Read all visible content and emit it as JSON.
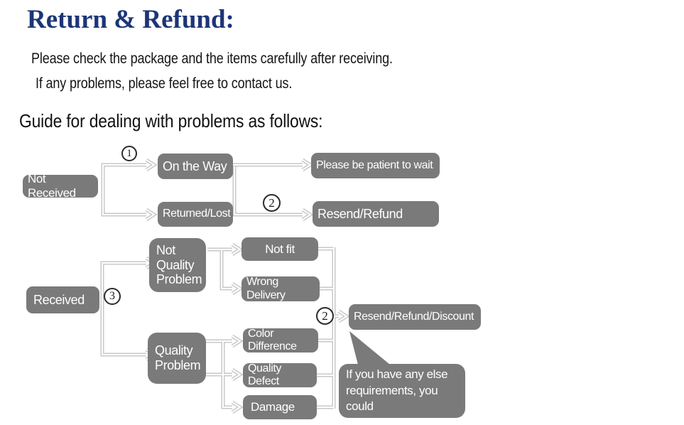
{
  "header": {
    "title": "Return & Refund:",
    "intro_line1": "Please check the package and the items carefully after receiving.",
    "intro_line2": "If any problems, please feel free to contact us.",
    "guide_heading": "Guide for dealing with problems as follows:"
  },
  "colors": {
    "title_navy": "#1d3577",
    "node_gray": "#7a7a7a",
    "connector_gray": "#c8c8c8",
    "node_text_white": "#ffffff"
  },
  "flowchart": {
    "nodes": {
      "not_received": {
        "label": "Not Received"
      },
      "on_the_way": {
        "label": "On the Way"
      },
      "returned_lost": {
        "label": "Returned/Lost"
      },
      "please_wait": {
        "label": "Please be patient to wait"
      },
      "resend_refund": {
        "label": "Resend/Refund"
      },
      "received": {
        "label": "Received"
      },
      "not_quality_problem": {
        "label": "Not Quality Problem"
      },
      "not_fit": {
        "label": "Not fit"
      },
      "wrong_delivery": {
        "label": "Wrong Delivery"
      },
      "quality_problem": {
        "label": "Quality Problem"
      },
      "color_difference": {
        "label": "Color Difference"
      },
      "quality_defect": {
        "label": "Quality Defect"
      },
      "damage": {
        "label": "Damage"
      },
      "resend_refund_discount": {
        "label": "Resend/Refund/Discount"
      }
    },
    "markers": {
      "step1": {
        "digit": "1"
      },
      "step2_top": {
        "digit": "2"
      },
      "step3": {
        "digit": "3"
      },
      "step2_bottom": {
        "digit": "2"
      }
    },
    "bubble": {
      "text": "If you have any else\nrequirements, you could\nalso tell us!"
    }
  }
}
